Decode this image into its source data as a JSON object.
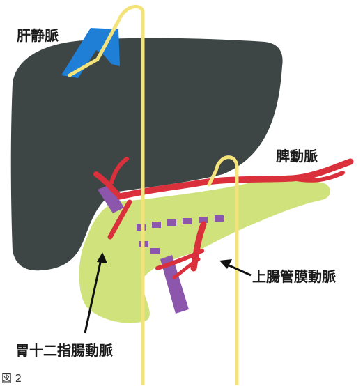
{
  "labels": {
    "hepatic_vein": "肝静脈",
    "splenic_artery": "脾動脈",
    "superior_mesenteric_artery": "上腸管膜動脈",
    "gastroduodenal_artery": "胃十二指腸動脈",
    "figure_caption": "図 2"
  },
  "colors": {
    "liver": "#3d4545",
    "pancreas": "#cfe27c",
    "artery": "#d9303c",
    "vein_purple": "#8b56ab",
    "hepatic_vein_blue": "#1f7fd6",
    "catheter": "#f4e37a",
    "arrow": "#111111"
  }
}
